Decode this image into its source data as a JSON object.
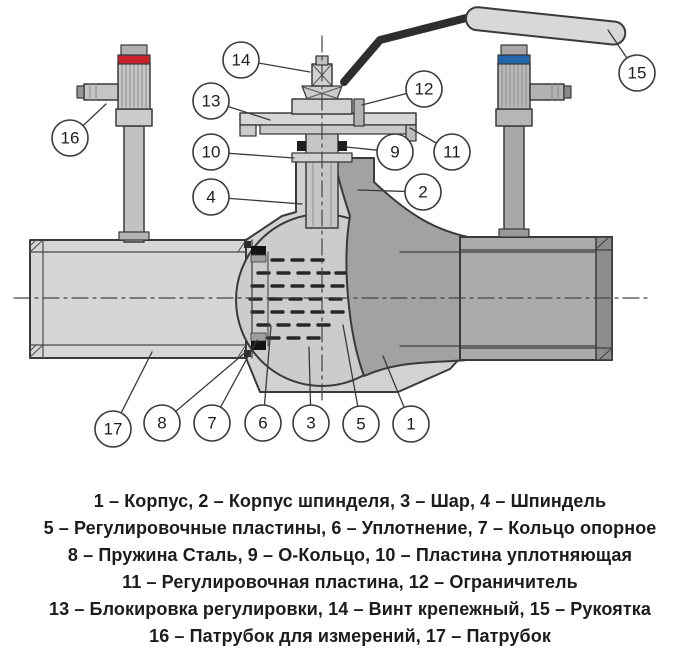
{
  "figure": {
    "title": "ball-valve-cross-section-diagram",
    "callouts": [
      {
        "num": "1",
        "part": "Корпус"
      },
      {
        "num": "2",
        "part": "Корпус шпинделя"
      },
      {
        "num": "3",
        "part": "Шар"
      },
      {
        "num": "4",
        "part": "Шпиндель"
      },
      {
        "num": "5",
        "part": "Регулировочные пластины"
      },
      {
        "num": "6",
        "part": "Уплотнение"
      },
      {
        "num": "7",
        "part": "Кольцо опорное"
      },
      {
        "num": "8",
        "part": "Пружина Сталь"
      },
      {
        "num": "9",
        "part": "О-Кольцо"
      },
      {
        "num": "10",
        "part": "Пластина уплотняющая"
      },
      {
        "num": "11",
        "part": "Регулировочная пластина"
      },
      {
        "num": "12",
        "part": "Ограничитель"
      },
      {
        "num": "13",
        "part": "Блокировка регулировки"
      },
      {
        "num": "14",
        "part": "Винт крепежный"
      },
      {
        "num": "15",
        "part": "Рукоятка"
      },
      {
        "num": "16",
        "part": "Патрубок для измерений"
      },
      {
        "num": "17",
        "part": "Патрубок"
      }
    ],
    "legend_lines": [
      "1 – Корпус, 2 – Корпус шпинделя, 3 – Шар, 4 – Шпиндель",
      "5 – Регулировочные пластины, 6 – Уплотнение, 7 – Кольцо опорное",
      "8 – Пружина  Сталь, 9 – О-Кольцо, 10 – Пластина уплотняющая",
      "11 – Регулировочная пластина, 12 – Ограничитель",
      "13 – Блокировка регулировки, 14 – Винт крепежный, 15 – Рукоятка",
      "16 – Патрубок для измерений, 17 – Патрубок"
    ],
    "colors": {
      "outline": "#3a3a3a",
      "steel_light": "#d2d2d2",
      "steel_mid": "#b9b9b9",
      "steel_dark": "#a2a2a2",
      "red_band": "#c8232b",
      "blue_band": "#2268ab"
    }
  }
}
